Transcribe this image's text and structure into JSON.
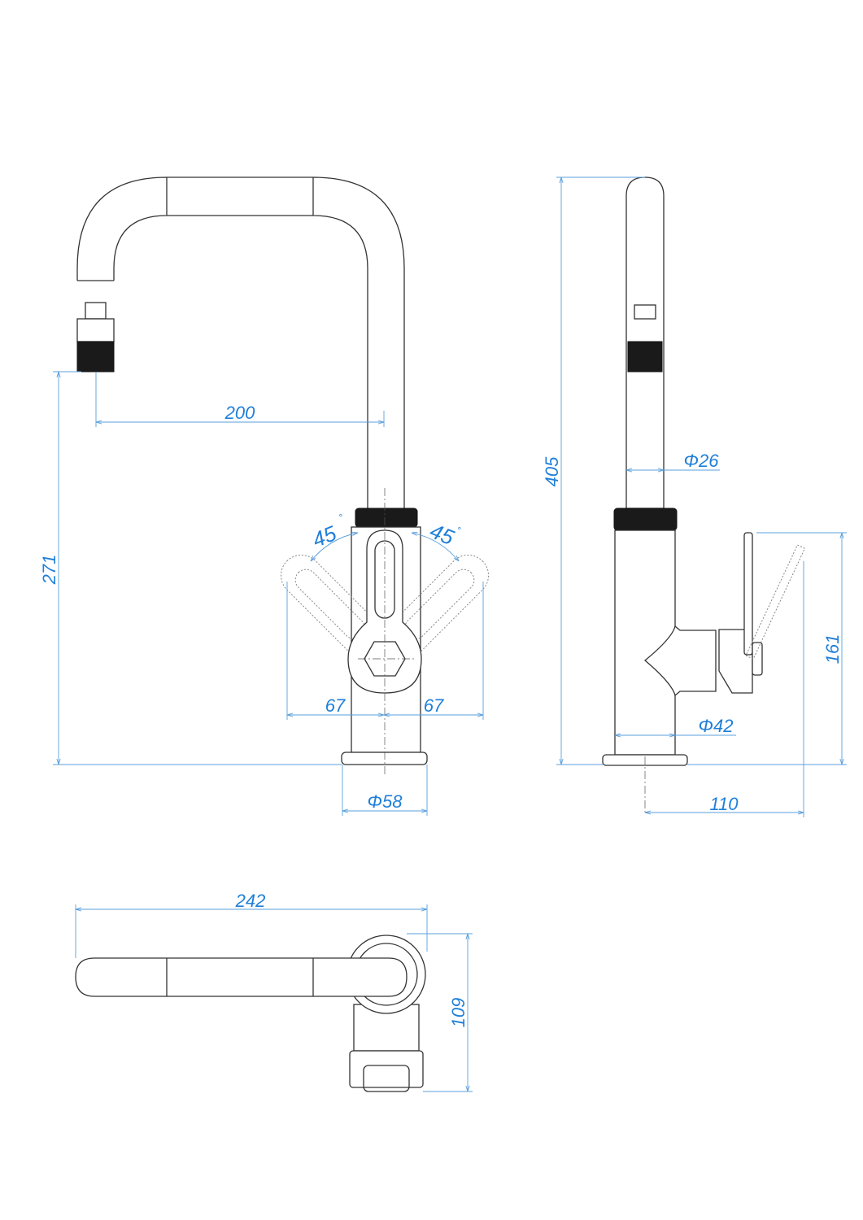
{
  "drawing": {
    "colors": {
      "dimension": "#1f7fd9",
      "outline": "#333333",
      "knurl": "#1a1a1a"
    },
    "front_view": {
      "dim_reach": "200",
      "dim_spout_height": "271",
      "dim_angle_left": "45",
      "dim_angle_right": "45",
      "degree_symbol": "°",
      "dim_lever_left": "67",
      "dim_lever_right": "67",
      "dim_base_diameter": "Φ58"
    },
    "side_view": {
      "dim_total_height": "405",
      "dim_spout_diameter": "Φ26",
      "dim_lever_height": "161",
      "dim_body_diameter": "Φ42",
      "dim_lever_projection": "110"
    },
    "top_view": {
      "dim_length": "242",
      "dim_depth": "109"
    }
  }
}
